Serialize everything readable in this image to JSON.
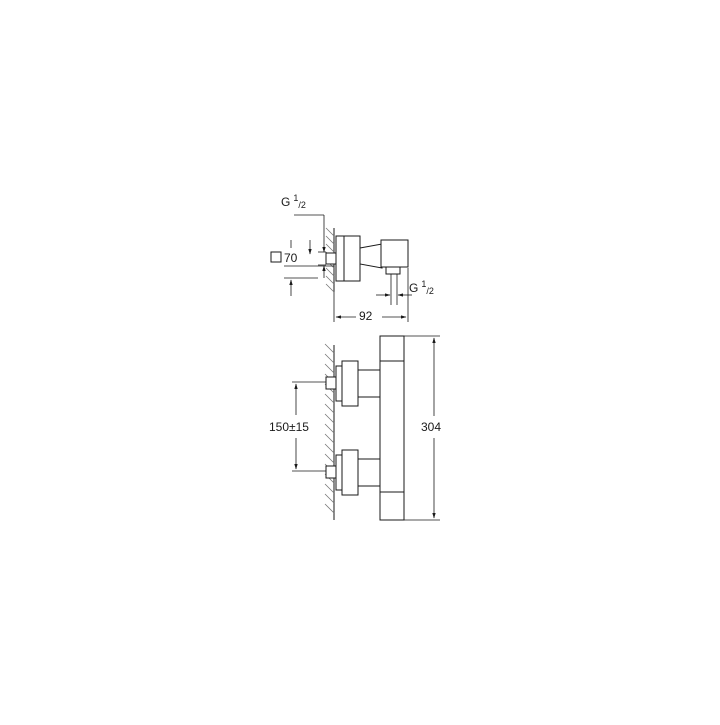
{
  "labels": {
    "thread_top_main": "G",
    "thread_top_sup": "1",
    "thread_top_sub": "/2",
    "square_size": "70",
    "thread_outlet_main": "G",
    "thread_outlet_sup": "1",
    "thread_outlet_sub": "/2",
    "depth": "92",
    "spacing": "150±15",
    "height": "304"
  },
  "icons": {
    "square_symbol": "square-icon"
  },
  "colors": {
    "line": "#1a1a1a",
    "hatch": "#777777",
    "background": "#ffffff"
  }
}
